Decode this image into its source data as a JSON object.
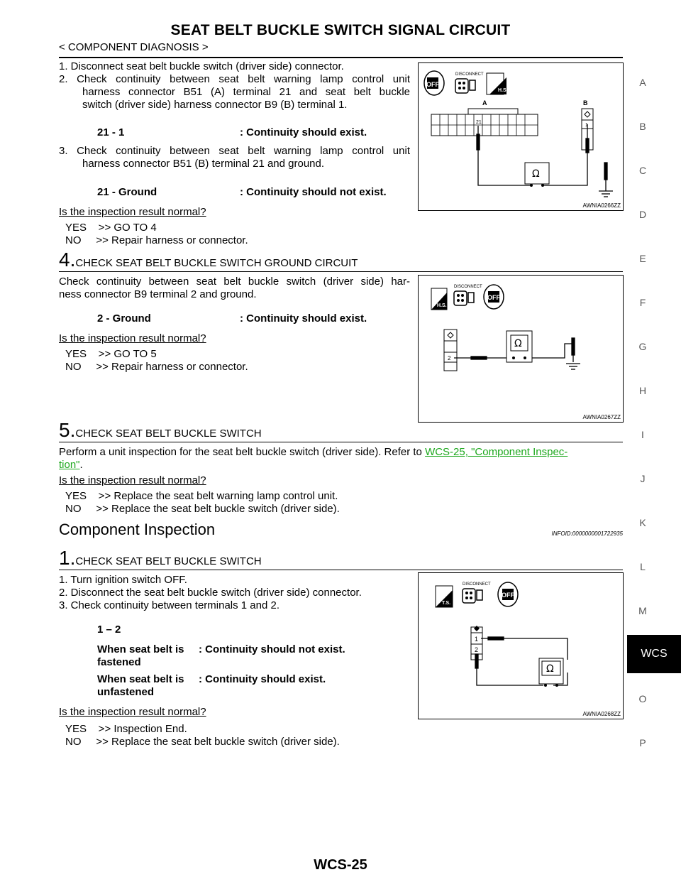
{
  "header": {
    "title": "SEAT BELT BUCKLE SWITCH SIGNAL CIRCUIT",
    "breadcrumb": "< COMPONENT DIAGNOSIS >"
  },
  "side_tabs": [
    "A",
    "B",
    "C",
    "D",
    "E",
    "F",
    "G",
    "H",
    "I",
    "J",
    "K",
    "L",
    "M",
    "O",
    "P"
  ],
  "active_tab": "WCS",
  "section3": {
    "items": [
      "1. Disconnect seat belt buckle switch (driver side) connector.",
      "2. Check continuity between seat belt warning lamp control unit",
      "harness connector B51 (A) terminal 21 and seat belt buckle",
      "switch (driver side) harness connector B9 (B) terminal 1.",
      "3. Check continuity between seat belt warning lamp control unit",
      "harness connector B51 (B) terminal 21 and ground."
    ],
    "spec1_label": "21 - 1",
    "spec1_value": ": Continuity should exist.",
    "spec2_label": "21 - Ground",
    "spec2_value": ": Continuity should not exist.",
    "question": "Is the inspection result normal?",
    "yes": "YES    >> GO TO 4",
    "no": "NO     >> Repair harness or connector.",
    "fig_id": "AWNIA0266ZZ",
    "fig_labels": {
      "a": "A",
      "b": "B",
      "t21": "21",
      "t1": "1",
      "off": "OFF",
      "hs": "H.S.",
      "disconnect": "DISCONNECT",
      "ohm": "Ω"
    }
  },
  "section4": {
    "num": "4.",
    "heading": "CHECK SEAT BELT BUCKLE SWITCH GROUND CIRCUIT",
    "body1": "Check continuity between seat belt buckle switch (driver side) har-",
    "body2": "ness connector B9 terminal 2 and ground.",
    "spec_label": "2 - Ground",
    "spec_value": ": Continuity should exist.",
    "question": "Is the inspection result normal?",
    "yes": "YES    >> GO TO 5",
    "no": "NO     >> Repair harness or connector.",
    "fig_id": "AWNIA0267ZZ",
    "fig_labels": {
      "t2": "2",
      "off": "OFF",
      "hs": "H.S.",
      "disconnect": "DISCONNECT",
      "ohm": "Ω"
    }
  },
  "section5": {
    "num": "5.",
    "heading": "CHECK SEAT BELT BUCKLE SWITCH",
    "body_pre": "Perform a unit inspection for the seat belt buckle switch (driver side). Refer to ",
    "link1": "WCS-25, \"Component Inspec-",
    "link2": "tion\"",
    "body_post": ".",
    "question": "Is the inspection result normal?",
    "yes": "YES    >> Replace the seat belt warning lamp control unit.",
    "no": "NO     >> Replace the seat belt buckle switch (driver side)."
  },
  "component_inspection": {
    "heading": "Component Inspection",
    "infoid": "INFOID:0000000001722935",
    "step_num": "1.",
    "step_heading": "CHECK SEAT BELT BUCKLE SWITCH",
    "items": [
      "1. Turn ignition switch OFF.",
      "2. Disconnect the seat belt buckle switch (driver side) connector.",
      "3. Check continuity between terminals 1 and 2."
    ],
    "spec_title": "1 – 2",
    "row1_label1": "When seat belt is",
    "row1_label2": "fastened",
    "row1_value": ": Continuity should not exist.",
    "row2_label1": "When seat belt is",
    "row2_label2": "unfastened",
    "row2_value": ": Continuity should exist.",
    "question": "Is the inspection result normal?",
    "yes": "YES    >> Inspection End.",
    "no": "NO     >> Replace the seat belt buckle switch (driver side).",
    "fig_id": "AWNIA0268ZZ",
    "fig_labels": {
      "t1": "1",
      "t2": "2",
      "off": "OFF",
      "ts": "T.S.",
      "disconnect": "DISCONNECT",
      "ohm": "Ω"
    }
  },
  "footer": {
    "page": "WCS-25"
  }
}
